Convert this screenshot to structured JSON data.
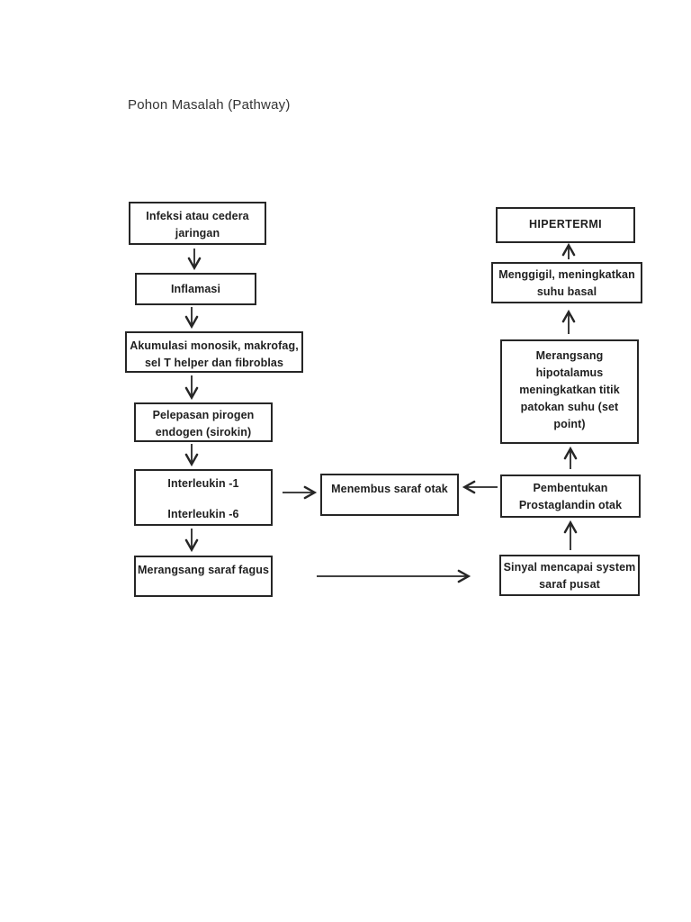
{
  "page": {
    "title": "Pohon Masalah (Pathway)"
  },
  "flowchart": {
    "colors": {
      "ink": "#262626",
      "background": "#ffffff"
    },
    "nodes": {
      "infeksi": {
        "lines": [
          "Infeksi atau cedera",
          "jaringan"
        ]
      },
      "inflamasi": {
        "lines": [
          "Inflamasi"
        ]
      },
      "akumulasi": {
        "lines": [
          "Akumulasi monosik, makrofag,",
          "sel T helper dan fibroblas"
        ]
      },
      "pelepasan": {
        "lines": [
          "Pelepasan pirogen",
          "endogen (sirokin)"
        ]
      },
      "interleukin": {
        "lines": [
          "Interleukin -1",
          "",
          "Interleukin -6"
        ]
      },
      "fagus": {
        "lines": [
          "Merangsang saraf fagus"
        ]
      },
      "menembus": {
        "lines": [
          "Menembus saraf otak"
        ]
      },
      "hipertermi": {
        "lines": [
          "HIPERTERMI"
        ]
      },
      "menggigil": {
        "lines": [
          "Menggigil, meningkatkan",
          "suhu basal"
        ]
      },
      "hipotalamus": {
        "lines": [
          "Merangsang",
          "hipotalamus",
          "meningkatkan titik",
          "patokan suhu (set",
          "point)"
        ]
      },
      "pembentukan": {
        "lines": [
          "Pembentukan",
          "Prostaglandin otak"
        ]
      },
      "sinyal": {
        "lines": [
          "Sinyal mencapai system",
          "saraf pusat"
        ]
      }
    },
    "edges": [
      {
        "from": "infeksi",
        "to": "inflamasi",
        "direction": "down"
      },
      {
        "from": "inflamasi",
        "to": "akumulasi",
        "direction": "down"
      },
      {
        "from": "akumulasi",
        "to": "pelepasan",
        "direction": "down"
      },
      {
        "from": "pelepasan",
        "to": "interleukin",
        "direction": "down"
      },
      {
        "from": "interleukin",
        "to": "fagus",
        "direction": "down"
      },
      {
        "from": "interleukin",
        "to": "menembus",
        "direction": "right"
      },
      {
        "from": "pembentukan",
        "to": "menembus",
        "direction": "left"
      },
      {
        "from": "fagus",
        "to": "sinyal",
        "direction": "right"
      },
      {
        "from": "sinyal",
        "to": "pembentukan",
        "direction": "up"
      },
      {
        "from": "pembentukan",
        "to": "hipotalamus",
        "direction": "up"
      },
      {
        "from": "hipotalamus",
        "to": "menggigil",
        "direction": "up"
      },
      {
        "from": "menggigil",
        "to": "hipertermi",
        "direction": "up"
      }
    ]
  }
}
